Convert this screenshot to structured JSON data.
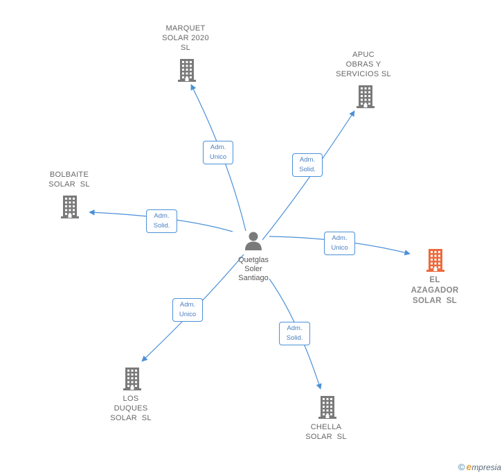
{
  "colors": {
    "edge": "#4a90d9",
    "building": "#7a7a7a",
    "focus_building": "#ee6a3c",
    "person": "#7a7a7a"
  },
  "person": {
    "icon": "person-icon",
    "name_lines": [
      "Quetglas",
      "Soler",
      "Santiago"
    ]
  },
  "companies": [
    {
      "id": "marquet",
      "lines": [
        "MARQUET",
        "SOLAR 2020",
        "SL"
      ],
      "relation": [
        "Adm.",
        "Unico"
      ],
      "focus": false
    },
    {
      "id": "apuc",
      "lines": [
        "APUC",
        "OBRAS Y",
        "SERVICIOS SL"
      ],
      "relation": [
        "Adm.",
        "Solid."
      ],
      "focus": false
    },
    {
      "id": "bolbaite",
      "lines": [
        "BOLBAITE",
        "SOLAR  SL"
      ],
      "relation": [
        "Adm.",
        "Solid."
      ],
      "focus": false
    },
    {
      "id": "azagador",
      "lines": [
        "EL",
        "AZAGADOR",
        "SOLAR  SL"
      ],
      "relation": [
        "Adm.",
        "Unico"
      ],
      "focus": true
    },
    {
      "id": "duques",
      "lines": [
        "LOS",
        "DUQUES",
        "SOLAR  SL"
      ],
      "relation": [
        "Adm.",
        "Unico"
      ],
      "focus": false
    },
    {
      "id": "chella",
      "lines": [
        "CHELLA",
        "SOLAR  SL"
      ],
      "relation": [
        "Adm.",
        "Solid."
      ],
      "focus": false
    }
  ],
  "watermark": {
    "copyright": "©",
    "brand_initial": "e",
    "brand_rest": "mpresia"
  }
}
